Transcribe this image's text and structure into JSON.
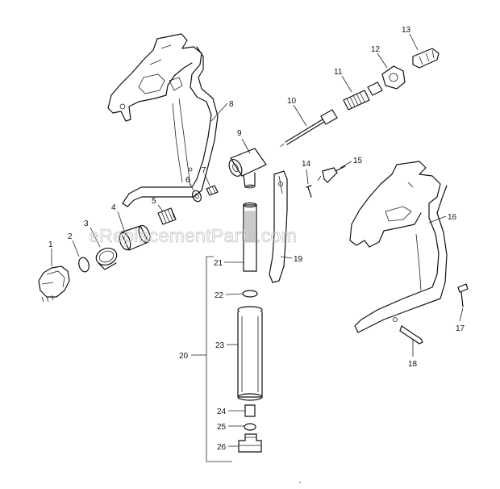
{
  "watermark": "eReplacementParts.com",
  "callouts": {
    "p1": "1",
    "p2": "2",
    "p3": "3",
    "p4": "4",
    "p5": "5",
    "p6": "6",
    "p7": "7",
    "p8": "8",
    "p9": "9",
    "p10": "10",
    "p11": "11",
    "p12": "12",
    "p13": "13",
    "p14": "14",
    "p15": "15",
    "p16": "16",
    "p17": "17",
    "p18": "18",
    "p19": "19",
    "p20": "20",
    "p21": "21",
    "p22": "22",
    "p23": "23",
    "p24": "24",
    "p25": "25",
    "p26": "26"
  }
}
